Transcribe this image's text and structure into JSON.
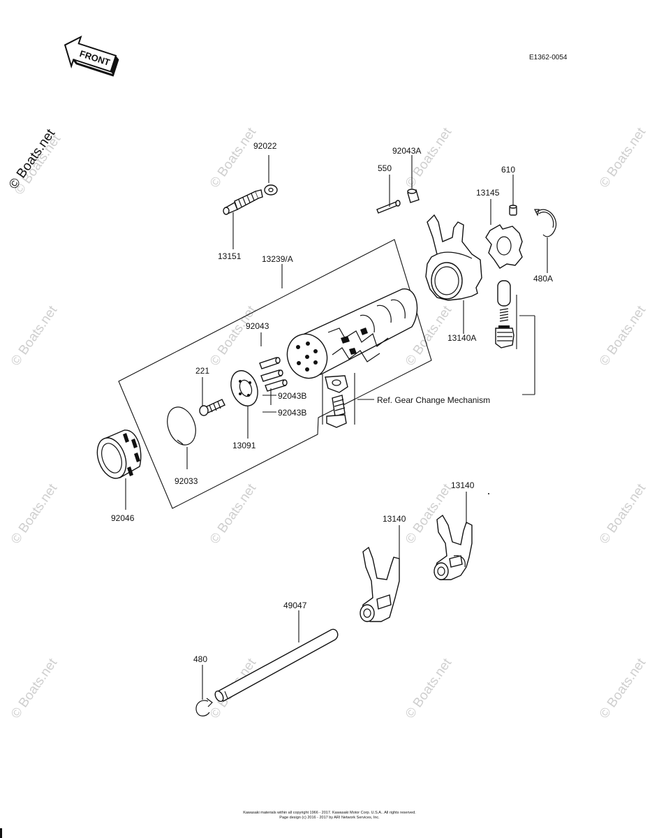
{
  "diagram": {
    "front_label": "FRONT",
    "code": "E1362-0054",
    "parts": {
      "p92022": "92022",
      "p13151": "13151",
      "p13239a": "13239/A",
      "p550": "550",
      "p92043a": "92043A",
      "p610": "610",
      "p13145": "13145",
      "p480a": "480A",
      "p13140a": "13140A",
      "p92043": "92043",
      "p221": "221",
      "p92043b1": "92043B",
      "p92043b2": "92043B",
      "p13091": "13091",
      "p92033": "92033",
      "p92046": "92046",
      "p13140_top": "13140",
      "p13140_mid": "13140",
      "p49047": "49047",
      "p480": "480"
    },
    "ref_label": "Ref. Gear Change Mechanism",
    "watermark": "© Boats.net",
    "footer_line1": "Kawasaki materials within all copyright 1966 - 2017. Kawasaki Motor Corp. U.S.A.. All rights reserved.",
    "footer_line2": "Page design (c) 2016 - 2017 by ARI Network Services, Inc."
  }
}
